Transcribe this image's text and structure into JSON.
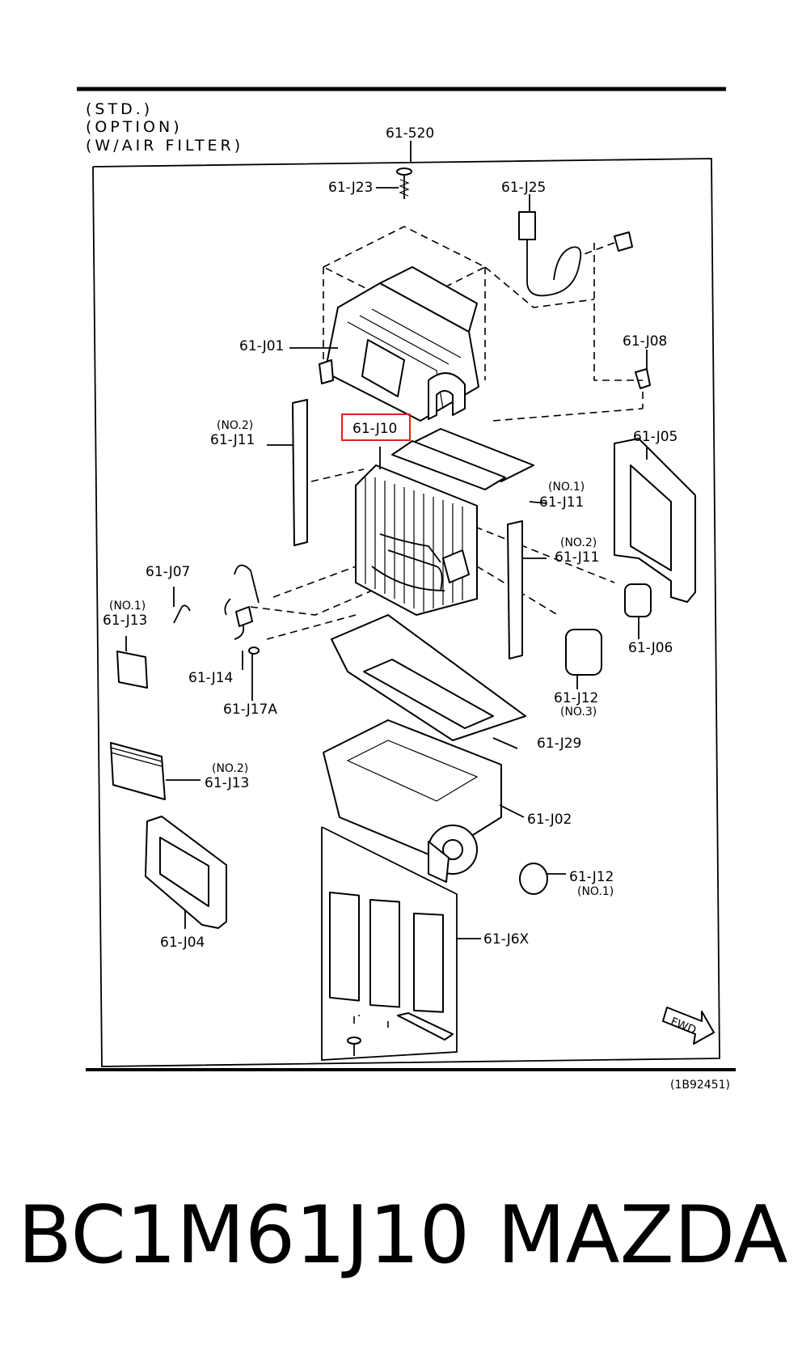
{
  "header_notes": [
    "(STD.)",
    "(OPTION)",
    "(W/AIR FILTER)"
  ],
  "assembly_label": "61-520",
  "part_labels": {
    "j23": "61-J23",
    "j25": "61-J25",
    "j01": "61-J01",
    "j08": "61-J08",
    "j11_top_left": {
      "qualifier": "(NO.2)",
      "code": "61-J11"
    },
    "j10": "61-J10",
    "j05": "61-J05",
    "j11_right_top": {
      "qualifier": "(NO.1)",
      "code": "61-J11"
    },
    "j11_right_mid": {
      "qualifier": "(NO.2)",
      "code": "61-J11"
    },
    "j07": "61-J07",
    "j13_no1": {
      "qualifier": "(NO.1)",
      "code": "61-J13"
    },
    "j06": "61-J06",
    "j14": "61-J14",
    "j17a": "61-J17A",
    "j12_no3": {
      "code": "61-J12",
      "qualifier": "(NO.3)"
    },
    "j29": "61-J29",
    "j13_no2": {
      "qualifier": "(NO.2)",
      "code": "61-J13"
    },
    "j02": "61-J02",
    "j12_no1": {
      "code": "61-J12",
      "qualifier": "(NO.1)"
    },
    "j04": "61-J04",
    "j6x": "61-J6X",
    "fwd": "FWD"
  },
  "diagram_ref": "(1B92451)",
  "highlight_color": "#e02020",
  "caption": {
    "part_number": "BC1M61J10",
    "brand": "MAZDA"
  }
}
